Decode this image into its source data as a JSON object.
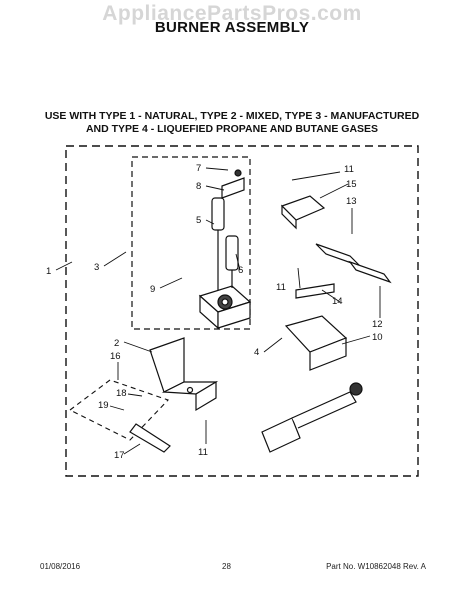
{
  "watermark": "AppliancePartsPros.com",
  "title": "BURNER ASSEMBLY",
  "subtitle_line1": "USE WITH TYPE 1 - NATURAL, TYPE 2 - MIXED, TYPE 3 - MANUFACTURED",
  "subtitle_line2": "AND TYPE 4 - LIQUEFIED PROPANE AND BUTANE GASES",
  "callouts": {
    "c1": "1",
    "c2": "2",
    "c3": "3",
    "c4": "4",
    "c5": "5",
    "c6": "6",
    "c7": "7",
    "c8": "8",
    "c9": "9",
    "c10": "10",
    "c11a": "11",
    "c11b": "11",
    "c11c": "11",
    "c12": "12",
    "c13": "13",
    "c14": "14",
    "c15": "15",
    "c16": "16",
    "c17": "17",
    "c18": "18",
    "c19": "19"
  },
  "footer": {
    "date": "01/08/2016",
    "page": "28",
    "part": "Part No.  W10862048  Rev. A"
  }
}
